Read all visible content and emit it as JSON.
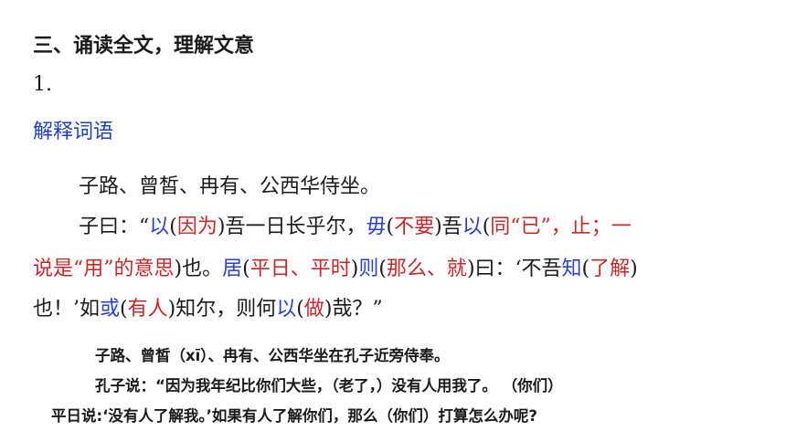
{
  "heading": "三、诵读全文，理解文意",
  "item_number": "1.",
  "subheading": "解释词语",
  "text": {
    "l1": "子路、曾皙、冉有、公西华侍坐。",
    "l2": [
      {
        "t": "子曰：“",
        "c": ""
      },
      {
        "t": "以",
        "c": "blue"
      },
      {
        "t": "(",
        "c": ""
      },
      {
        "t": "因为",
        "c": "red"
      },
      {
        "t": ")吾一日长乎尔，",
        "c": ""
      },
      {
        "t": "毋",
        "c": "blue"
      },
      {
        "t": "(",
        "c": ""
      },
      {
        "t": "不要",
        "c": "red"
      },
      {
        "t": ")吾",
        "c": ""
      },
      {
        "t": "以",
        "c": "blue"
      },
      {
        "t": "(",
        "c": ""
      },
      {
        "t": "同“已”，止；一",
        "c": "red"
      }
    ],
    "l3": [
      {
        "t": "说是“用”的意思",
        "c": "red"
      },
      {
        "t": ")也。",
        "c": ""
      },
      {
        "t": "居",
        "c": "blue"
      },
      {
        "t": "(",
        "c": ""
      },
      {
        "t": "平日、平时",
        "c": "red"
      },
      {
        "t": ")",
        "c": ""
      },
      {
        "t": "则",
        "c": "blue"
      },
      {
        "t": "(",
        "c": ""
      },
      {
        "t": "那么、就",
        "c": "red"
      },
      {
        "t": ")曰：‘不吾",
        "c": ""
      },
      {
        "t": "知",
        "c": "blue"
      },
      {
        "t": "(",
        "c": ""
      },
      {
        "t": "了解",
        "c": "red"
      },
      {
        "t": ")",
        "c": ""
      }
    ],
    "l4": [
      {
        "t": "也！’如",
        "c": ""
      },
      {
        "t": "或",
        "c": "blue"
      },
      {
        "t": "(",
        "c": ""
      },
      {
        "t": "有人",
        "c": "red"
      },
      {
        "t": ")知尔，则何",
        "c": ""
      },
      {
        "t": "以",
        "c": "blue"
      },
      {
        "t": "(",
        "c": ""
      },
      {
        "t": "做",
        "c": "red"
      },
      {
        "t": ")哉？”",
        "c": ""
      }
    ]
  },
  "translation": {
    "t1": "子路、曾皙（xī）、冉有、公西华坐在孔子近旁侍奉。",
    "t2": "孔子说：“因为我年纪比你们大些，（老了，）没有人用我了。 （你们）",
    "t3": "平日说:‘没有人了解我。’如果有人了解你们，那么（你们）打算怎么办呢?"
  },
  "colors": {
    "term": "#2a3fd6",
    "definition": "#c62828",
    "subheading": "#1f3fbf",
    "text": "#1a1a1a"
  }
}
